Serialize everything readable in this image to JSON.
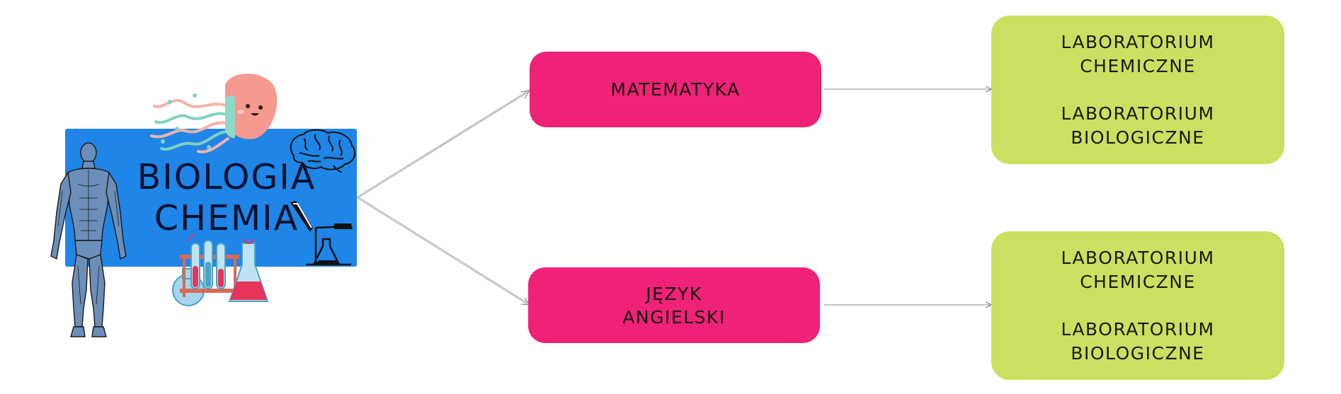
{
  "diagram": {
    "main": {
      "lines": [
        "BIOLOGIA",
        "CHEMIA"
      ]
    },
    "subjects": [
      {
        "label": "MATEMATYKA"
      },
      {
        "label": "JĘZYK\nANGIELSKI"
      }
    ],
    "labs": [
      {
        "items": [
          "LABORATORIUM\nCHEMICZNE",
          "LABORATORIUM\nBIOLOGICZNE"
        ]
      },
      {
        "items": [
          "LABORATORIUM\nCHEMICZNE",
          "LABORATORIUM\nBIOLOGICZNE"
        ]
      }
    ]
  },
  "colors": {
    "main_box": "#1f85e6",
    "subject_box": "#ef2277",
    "lab_box": "#cbe060",
    "connector": "#8a8a8a"
  },
  "icons": [
    "human-anatomy-icon",
    "jellyfish-icon",
    "brain-icon",
    "test-tubes-icon",
    "flask-icon",
    "pipette-icon",
    "lab-stand-icon"
  ]
}
